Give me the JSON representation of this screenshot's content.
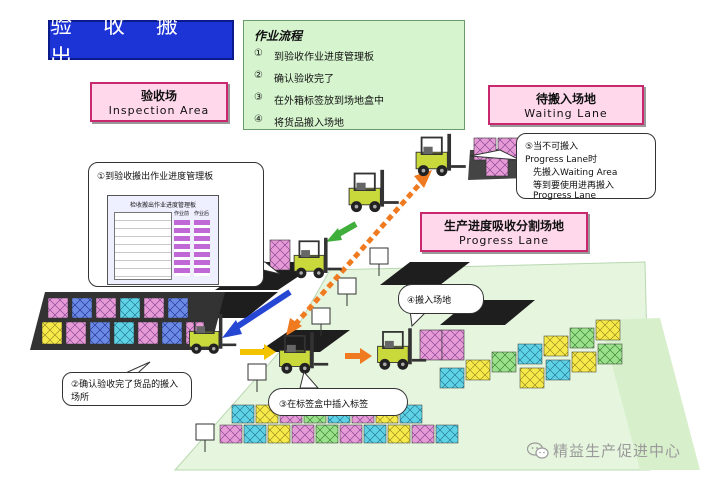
{
  "title": "验 收 搬 出",
  "flow": {
    "heading": "作业流程",
    "steps": [
      {
        "num": "①",
        "text": "到验收作业进度管理板"
      },
      {
        "num": "②",
        "text": "确认验收完了"
      },
      {
        "num": "③",
        "text": "在外箱标签放到场地盒中"
      },
      {
        "num": "④",
        "text": "将货品搬入场地"
      }
    ]
  },
  "areas": {
    "inspection": {
      "zh": "验收场",
      "en": "Inspection  Area"
    },
    "waiting": {
      "zh": "待搬入场地",
      "en": "Waiting  Lane"
    },
    "progress": {
      "zh": "生产进度吸收分割场地",
      "en": "Progress  Lane"
    }
  },
  "callouts": {
    "board": "①到验收搬出作业进度管理板",
    "board_title": "检收搬出作业进度管理板",
    "board_col_a": "作业前",
    "board_col_b": "作业后",
    "confirm": "②确认验收完了货品的搬入场所",
    "label": "③在标签盒中插入标签",
    "carry": "④搬入场地",
    "waiting_note": [
      "⑤当不可搬入",
      "Progress  Lane时",
      "先搬入Waiting  Area",
      "等到要使用进再搬入",
      "Progress  Lane"
    ]
  },
  "watermark": "精益生产促进中心",
  "colors": {
    "title_bg": "#1c33d6",
    "flow_bg": "#d6f5cf",
    "label_border": "#c8286e",
    "label_bg": "#ffd8ec",
    "floor": "#e6f5de",
    "arrow_orange": "#f07a1f",
    "arrow_blue": "#2646d4",
    "arrow_green": "#3fae3a",
    "arrow_yellow": "#f2c400"
  },
  "icons": [
    "forklift-icon",
    "pallet-icon",
    "arrow-icon",
    "wechat-icon"
  ]
}
